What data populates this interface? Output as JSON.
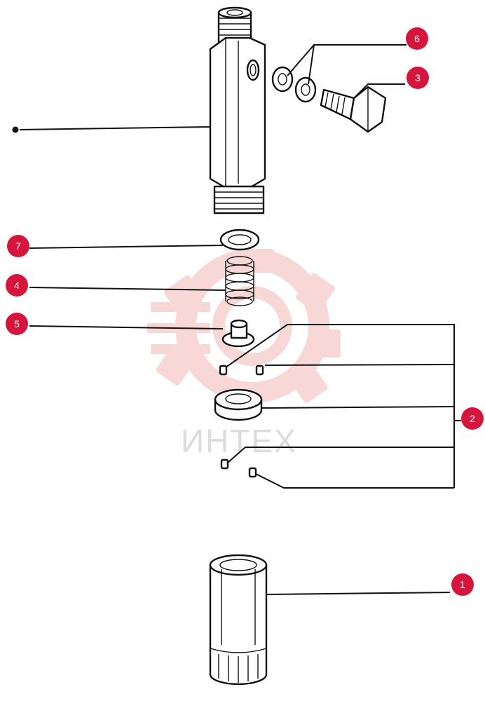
{
  "diagram": {
    "callouts": [
      {
        "id": "callout-1",
        "label": "1"
      },
      {
        "id": "callout-2",
        "label": "2"
      },
      {
        "id": "callout-3",
        "label": "3"
      },
      {
        "id": "callout-4",
        "label": "4"
      },
      {
        "id": "callout-5",
        "label": "5"
      },
      {
        "id": "callout-6",
        "label": "6"
      },
      {
        "id": "callout-7",
        "label": "7"
      }
    ]
  },
  "watermark": {
    "text": "ИНТЕХ",
    "color": "#f4b8b8"
  },
  "colors": {
    "badge": "#d6153d",
    "line": "#111111"
  }
}
